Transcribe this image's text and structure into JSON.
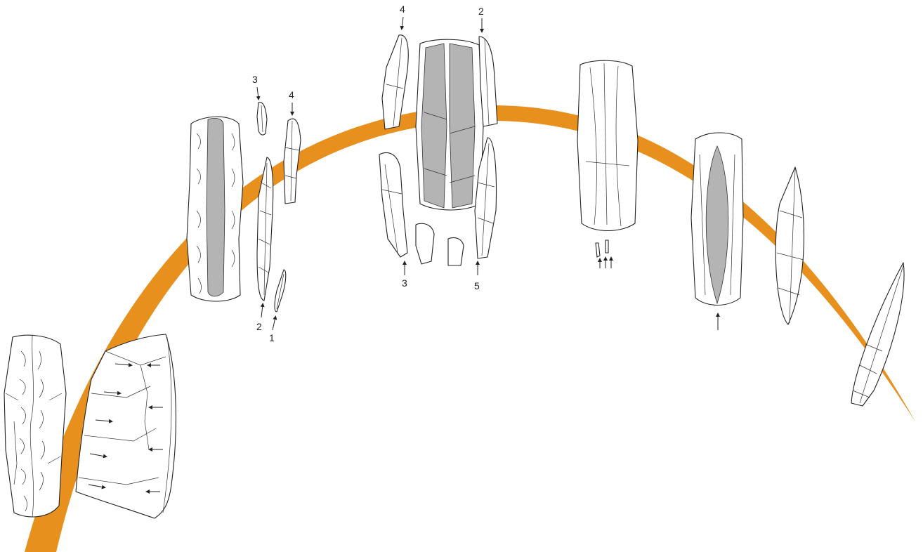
{
  "colors": {
    "arc": "#e8901e",
    "outline": "#222222",
    "removal_scar": "#b4b4b4",
    "background": "#ffffff"
  },
  "labels": {
    "blank_a_1": "1",
    "blank_a_2": "2",
    "blank_a_3": "3",
    "blank_a_4": "4",
    "blank_b_4": "4",
    "blank_b_2": "2",
    "blank_b_3": "3",
    "blank_b_5": "5"
  }
}
